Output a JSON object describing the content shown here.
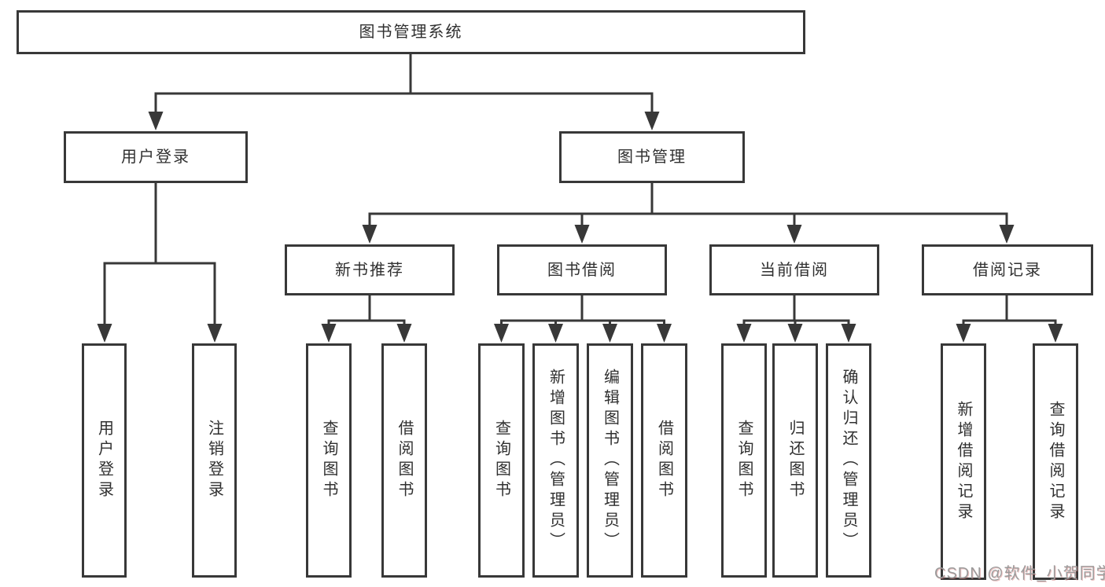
{
  "tree": {
    "root": "图书管理系统",
    "level2": [
      "用户登录",
      "图书管理"
    ],
    "level3": [
      "新书推荐",
      "图书借阅",
      "当前借阅",
      "借阅记录"
    ],
    "leaves_login": [
      "用户登录",
      "注销登录"
    ],
    "leaves_newbook": [
      "查询图书",
      "借阅图书"
    ],
    "leaves_borrow": [
      "查询图书",
      "新增图书（管理员）",
      "编辑图书（管理员）",
      "借阅图书"
    ],
    "leaves_current": [
      "查询图书",
      "归还图书",
      "确认归还（管理员）"
    ],
    "leaves_records": [
      "新增借阅记录",
      "查询借阅记录"
    ]
  },
  "watermark": {
    "text": "CSDN @软件_小贺同学"
  },
  "colors": {
    "line": "#383838",
    "text": "#303030",
    "box_background": "#ffffff",
    "watermark_gray": "#9b9b9b",
    "watermark_shadow_red": "#cd5c5c"
  }
}
